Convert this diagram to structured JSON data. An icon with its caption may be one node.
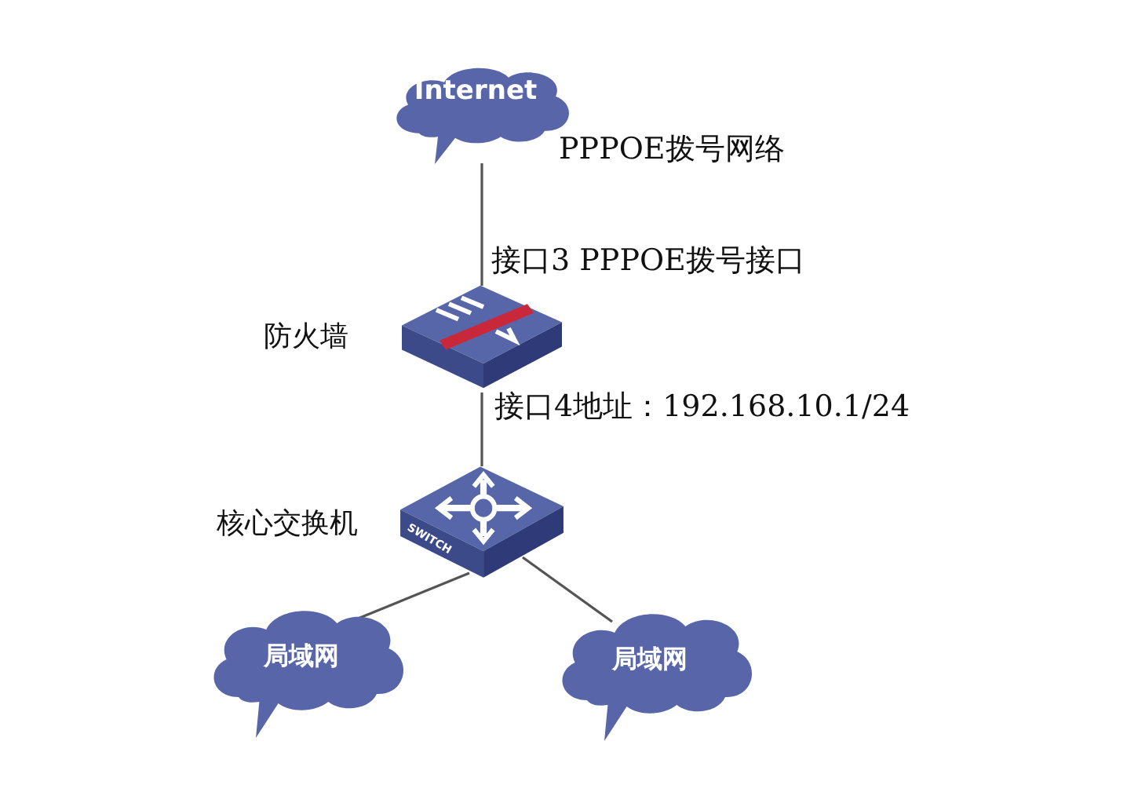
{
  "diagram": {
    "nodes": [
      {
        "text": [
          "Internet"
        ],
        "beside": [
          "PPPOE拨号网络"
        ]
      },
      {
        "text": [],
        "shape": "picture",
        "beside": [
          "防火墙"
        ]
      },
      {
        "text": [
          "SWITCH"
        ],
        "beside": [
          "核心交换机"
        ]
      },
      {
        "text": [
          "局域网"
        ]
      },
      {
        "text": [
          "局域网"
        ]
      }
    ],
    "edges": [
      {
        "from": 0,
        "to": 1,
        "arrow": "none",
        "label": "接口3 PPPOE拨号接口"
      },
      {
        "from": 1,
        "to": 2,
        "arrow": "none",
        "label": "接口4地址：192.168.10.1/24"
      },
      {
        "from": 2,
        "to": 3,
        "arrow": "none"
      },
      {
        "from": 2,
        "to": 4,
        "arrow": "none"
      }
    ]
  }
}
